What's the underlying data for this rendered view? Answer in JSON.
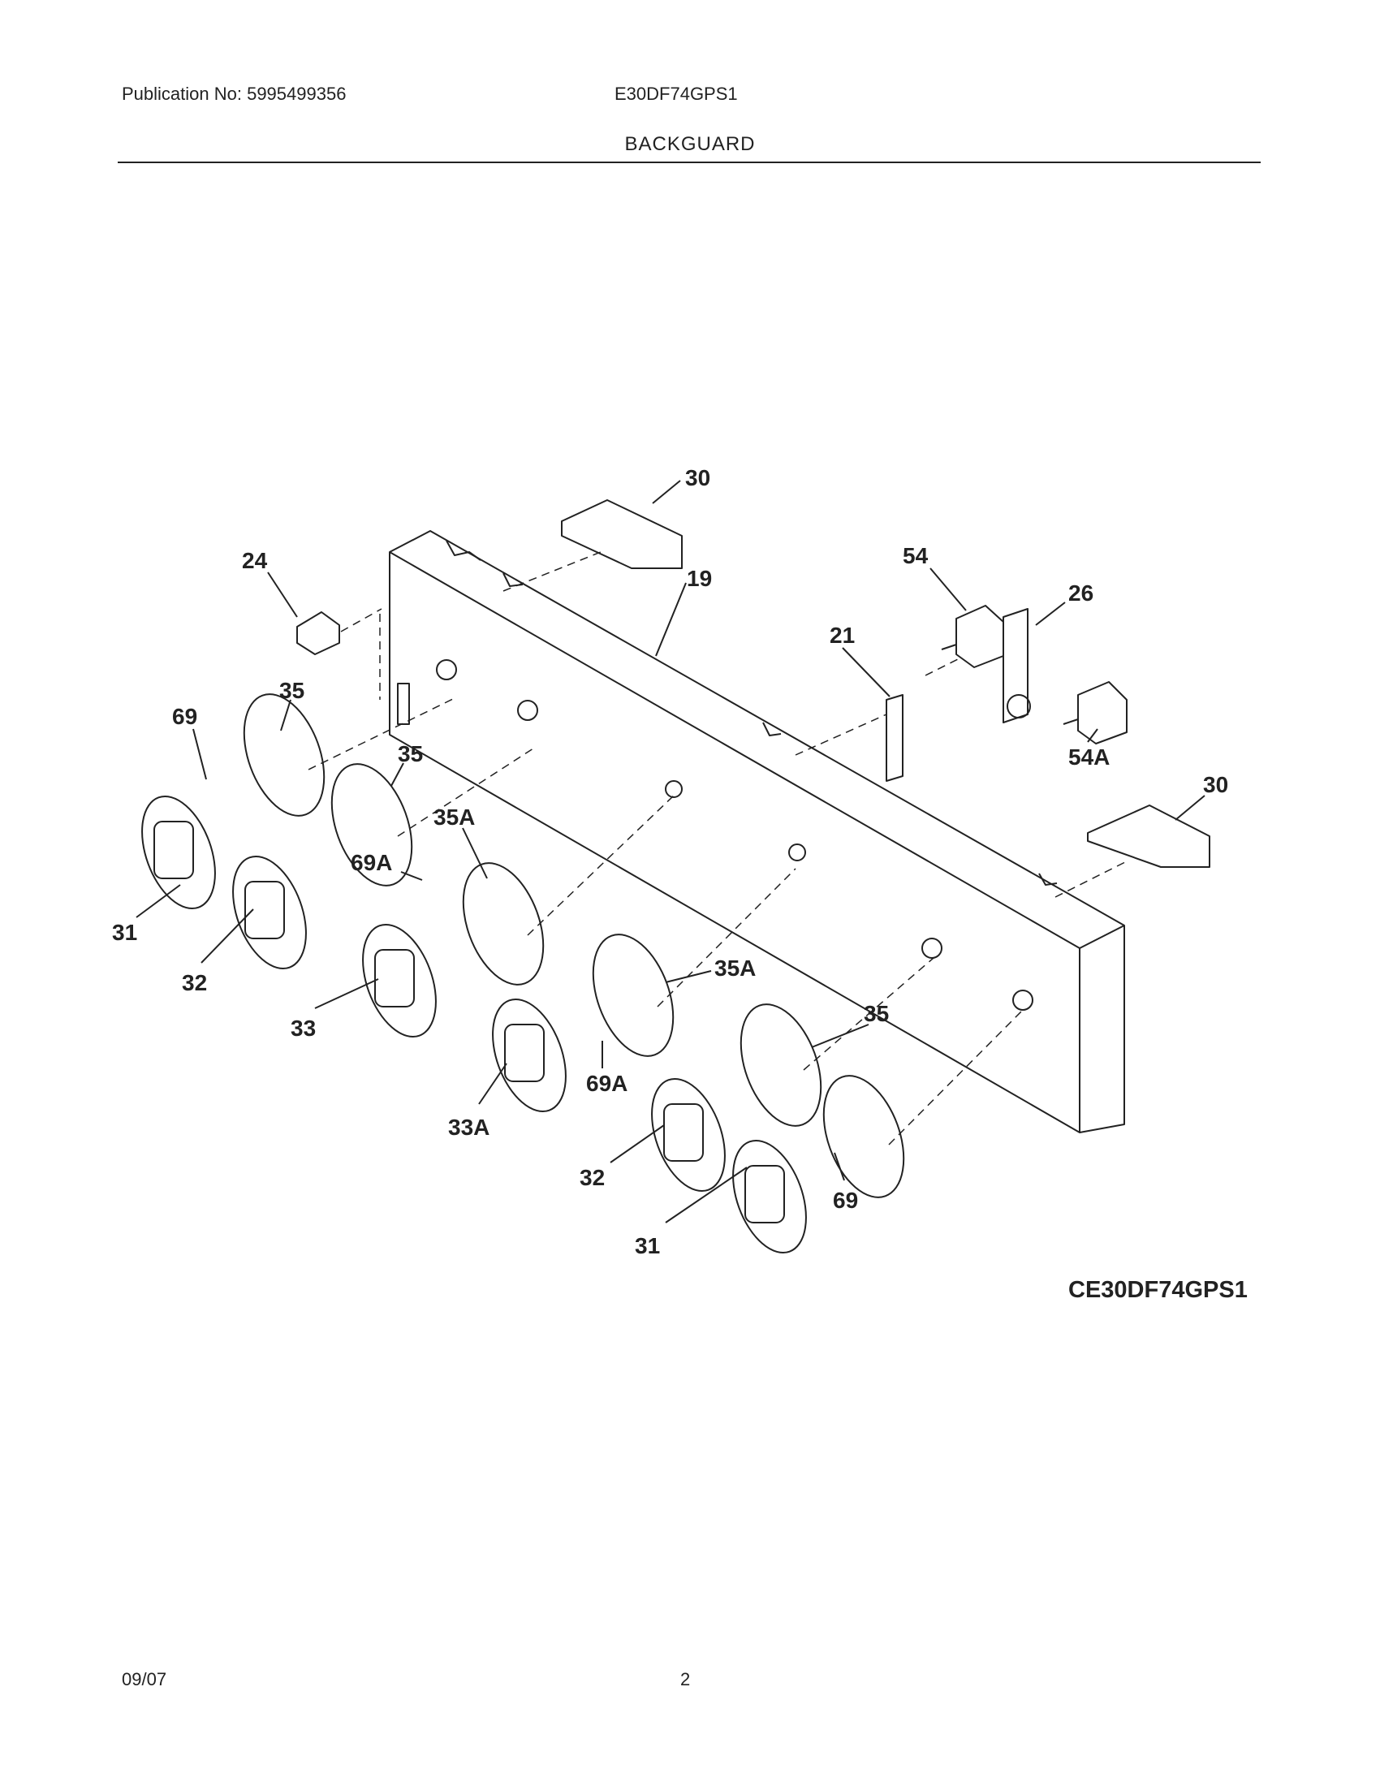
{
  "header": {
    "publication": "Publication No: 5995499356",
    "model": "E30DF74GPS1",
    "section_title": "BACKGUARD"
  },
  "diagram": {
    "callouts": [
      "30",
      "24",
      "19",
      "54",
      "26",
      "21",
      "35",
      "69",
      "35",
      "35A",
      "54A",
      "30",
      "69A",
      "31",
      "32",
      "33",
      "35A",
      "35",
      "69A",
      "33A",
      "32",
      "69",
      "31"
    ]
  },
  "footer": {
    "drawing_code": "CE30DF74GPS1",
    "date": "09/07",
    "page": "2"
  }
}
